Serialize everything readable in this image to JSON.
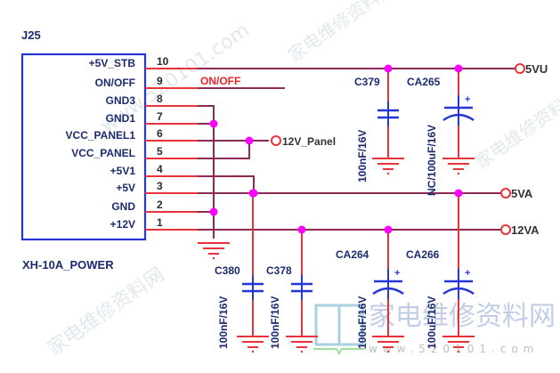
{
  "colors": {
    "wire_red": "#e8333a",
    "wire_net": "#8b2a55",
    "component_blue": "#2436d6",
    "junction": "#ff00ff",
    "text_dark": "#1c2a6e",
    "text_red": "#e8232a",
    "watermark": "#bcd3dc"
  },
  "connector": {
    "ref": "J25",
    "part": "XH-10A_POWER",
    "pins": [
      {
        "num": "10",
        "name": "+5V_STB"
      },
      {
        "num": "9",
        "name": "ON/OFF"
      },
      {
        "num": "8",
        "name": "GND3"
      },
      {
        "num": "7",
        "name": "GND1"
      },
      {
        "num": "6",
        "name": "VCC_PANEL1"
      },
      {
        "num": "5",
        "name": "VCC_PANEL"
      },
      {
        "num": "4",
        "name": "+5V1"
      },
      {
        "num": "3",
        "name": "+5V"
      },
      {
        "num": "2",
        "name": "GND"
      },
      {
        "num": "1",
        "name": "+12V"
      }
    ]
  },
  "net_labels": {
    "on_off": "ON/OFF",
    "panel": "12V_Panel",
    "v5u": "5VU",
    "v5a": "5VA",
    "v12a": "12VA"
  },
  "capacitors": [
    {
      "ref": "C379",
      "value": "100nF/16V",
      "type": "ceramic",
      "net": "5VU"
    },
    {
      "ref": "CA265",
      "value": "NC/100uF/16V",
      "type": "electrolytic",
      "net": "5VU"
    },
    {
      "ref": "C380",
      "value": "100nF/16V",
      "type": "ceramic",
      "net": "5VA"
    },
    {
      "ref": "C378",
      "value": "100nF/16V",
      "type": "ceramic",
      "net": "12VA"
    },
    {
      "ref": "CA264",
      "value": "100uF/16V",
      "type": "electrolytic",
      "net": "12VA"
    },
    {
      "ref": "CA266",
      "value": "100uF/16V",
      "type": "electrolytic",
      "net": "5VA"
    }
  ],
  "watermark": {
    "site_cn": "家电维修资料网",
    "site_url": "www.520101.com"
  }
}
